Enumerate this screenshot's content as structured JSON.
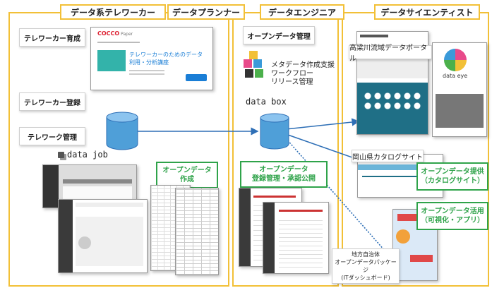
{
  "lanes": {
    "telework": "データ系テレワーカー",
    "planner": "データプランナー",
    "engineer": "データエンジニア",
    "scientist": "データサイエンティスト"
  },
  "left": {
    "training": "テレワーカー育成",
    "registration": "テレワーカー登録",
    "management": "テレワーク管理",
    "datajob": "data job",
    "course_title": "テレワーカーのためのデータ利用・分析講座",
    "open_data_creation": [
      "オープンデータ",
      "作成"
    ]
  },
  "middle": {
    "open_data_management": "オープンデータ管理",
    "metadata_support": [
      "メタデータ作成支援",
      "ワークフロー",
      "リリース管理"
    ],
    "databox": "data box",
    "registration_approval": [
      "オープンデータ",
      "登録管理・承認公開"
    ]
  },
  "right": {
    "portal": "高梁川流域データポータル",
    "dataeye": "data eye",
    "okayama_catalog": "岡山県カタログサイト",
    "provision": [
      "オープンデータ提供",
      "（カタログサイト）"
    ],
    "utilization": [
      "オープンデータ活用",
      "（可視化・アプリ）"
    ],
    "local_gov": [
      "地方自治体",
      "オープンデータパッケージ",
      "(ITダッシュボード)"
    ]
  },
  "colors": {
    "lane_border": "#f2c037",
    "accent_green": "#2fa34a",
    "cylinder": "#4f9fd8",
    "arrow": "#2e6fb6"
  }
}
